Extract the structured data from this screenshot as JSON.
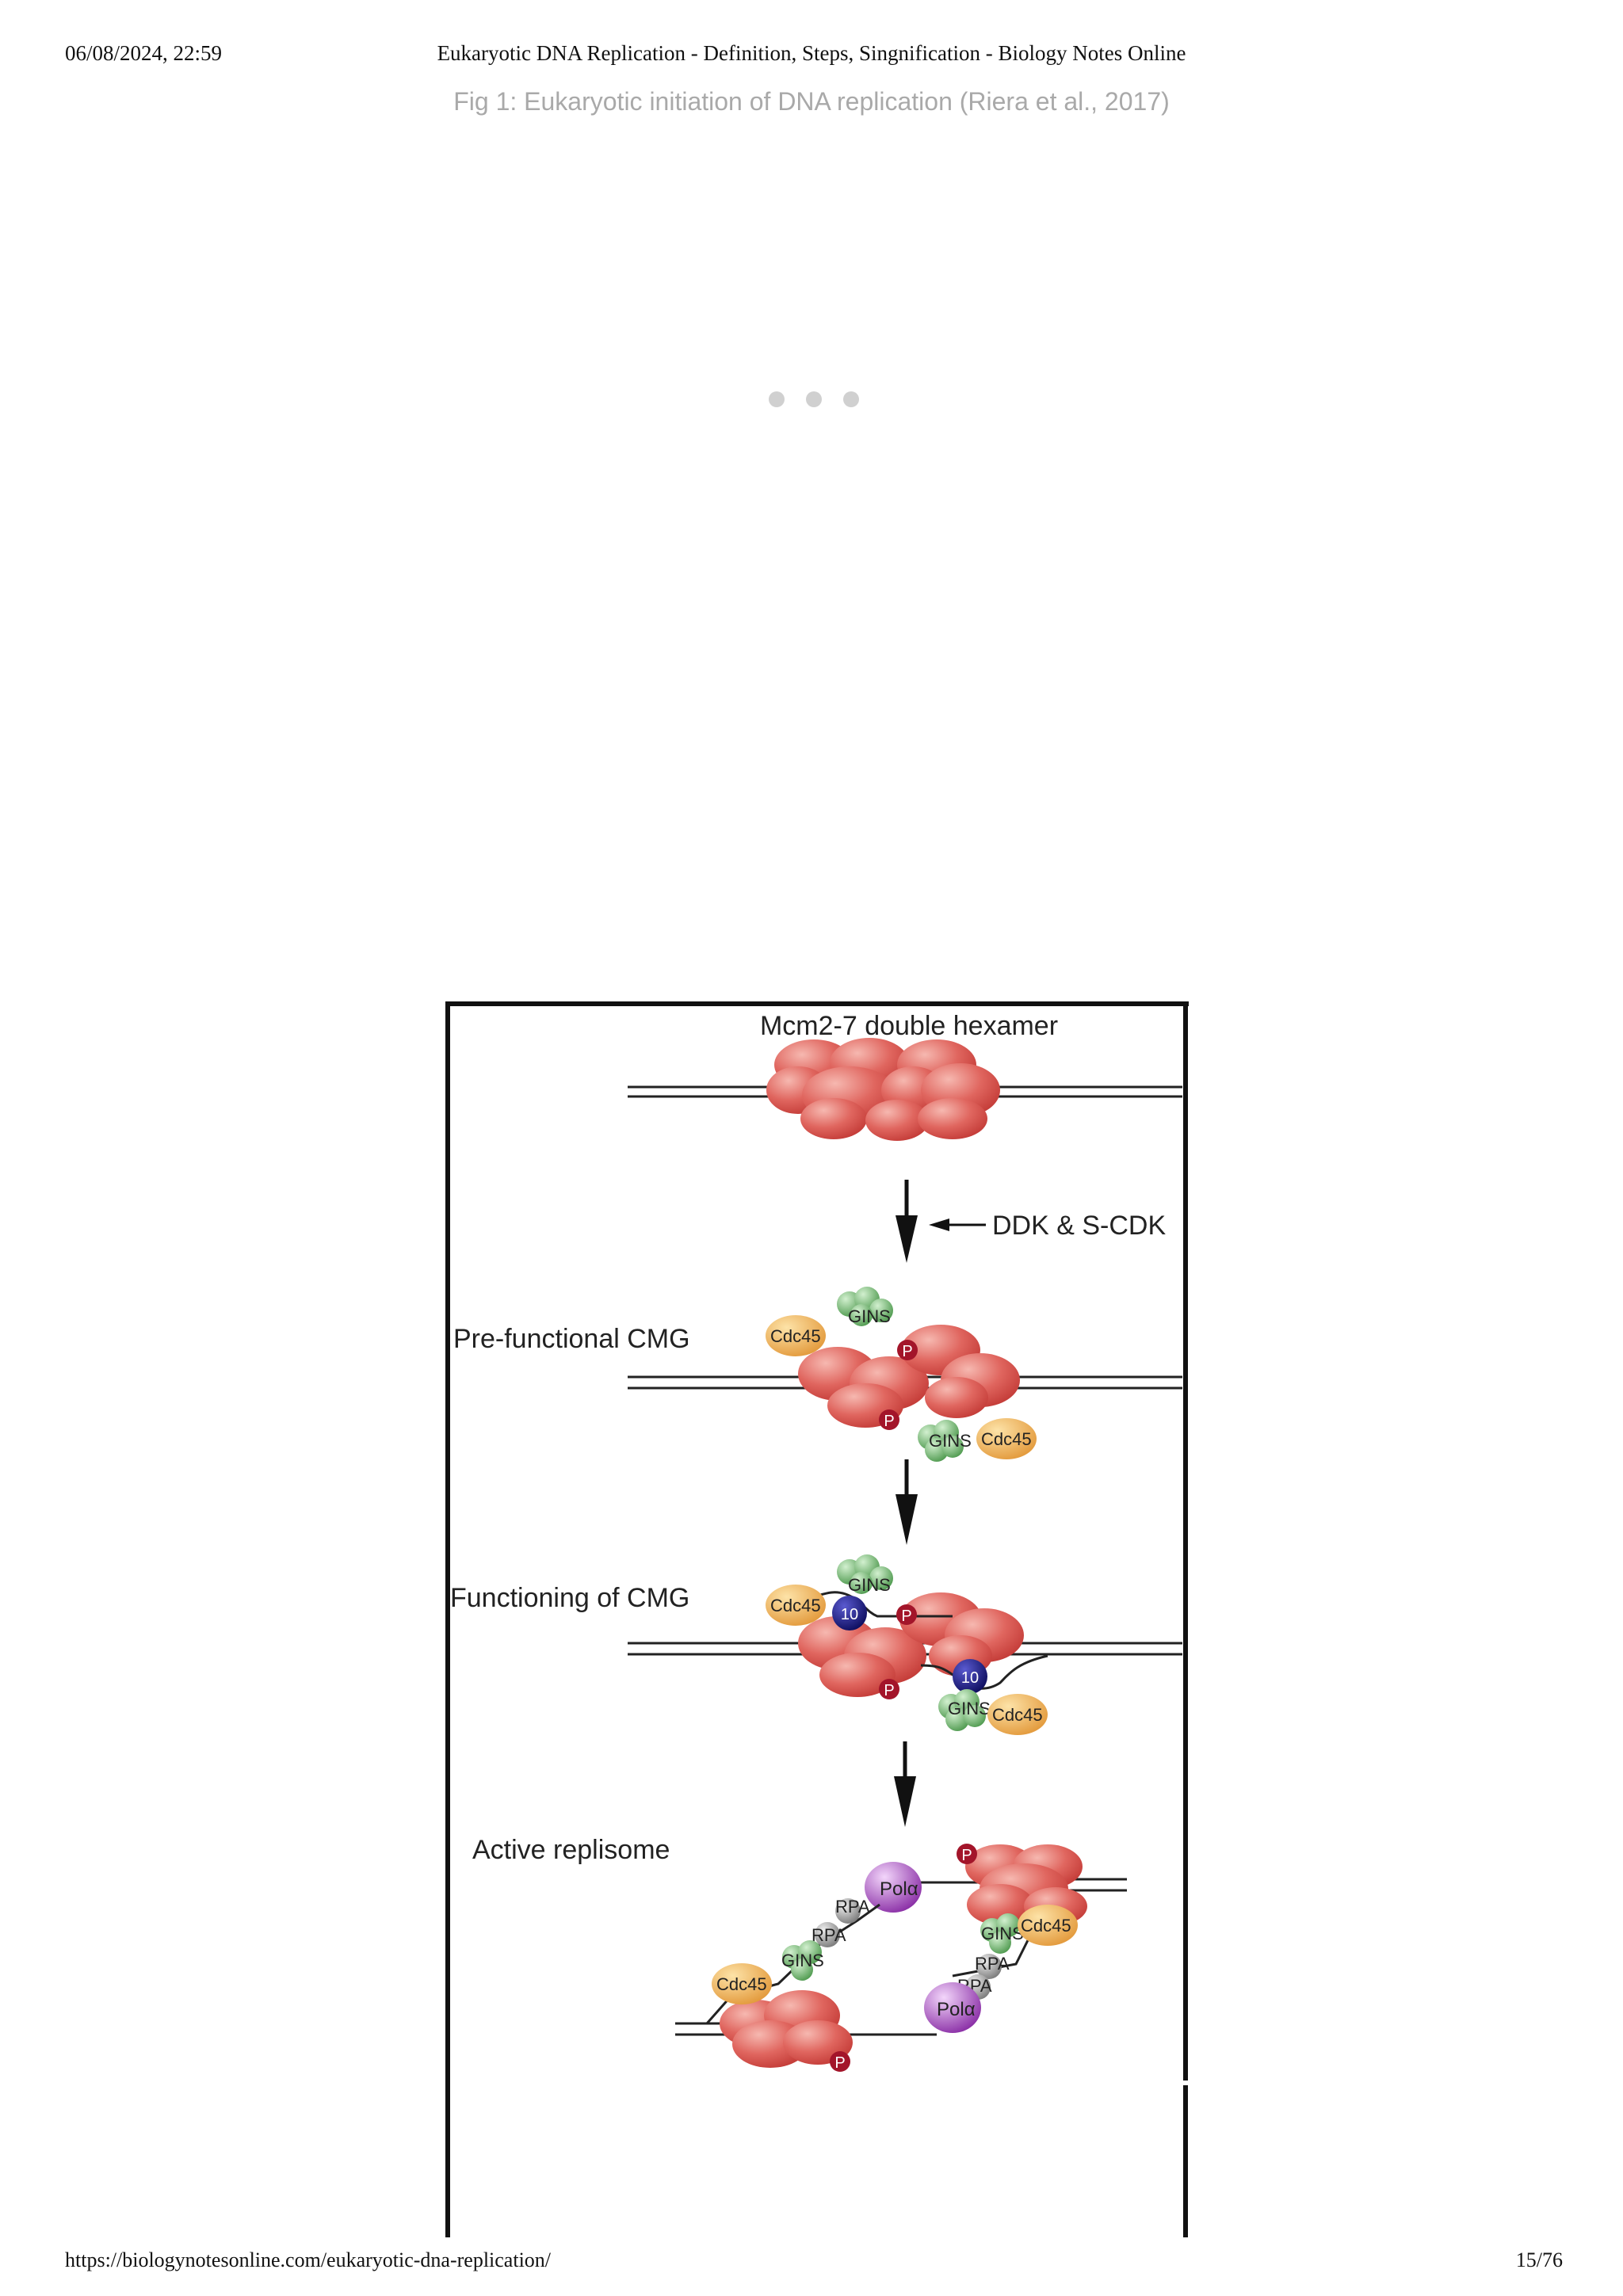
{
  "header": {
    "datetime": "06/08/2024, 22:59",
    "page_title": "Eukaryotic DNA Replication - Definition, Steps, Singnification - Biology Notes Online"
  },
  "caption": "Fig 1: Eukaryotic initiation of DNA replication (Riera et al., 2017)",
  "loading_indicator": {
    "dots": 3,
    "color": "#d0d0d0"
  },
  "figure": {
    "stage_titles": {
      "mcm": "Mcm2-7 double hexamer",
      "pre": "Pre-functional CMG",
      "functioning": "Functioning of CMG",
      "active": "Active replisome"
    },
    "factor_label": "DDK & S-CDK",
    "protein_labels": {
      "cdc45": "Cdc45",
      "gins": "GINS",
      "phospho": "P",
      "mcm10": "10",
      "rpa": "RPA",
      "pola": "Polα"
    },
    "colors": {
      "mcm": "#d9534f",
      "cdc45": "#e8a84a",
      "gins": "#6ab06a",
      "phospho": "#a3152a",
      "mcm10": "#14147a",
      "rpa": "#8c8c8c",
      "pola": "#9b3fb0"
    }
  },
  "footer": {
    "url": "https://biologynotesonline.com/eukaryotic-dna-replication/",
    "page_number": "15/76"
  }
}
